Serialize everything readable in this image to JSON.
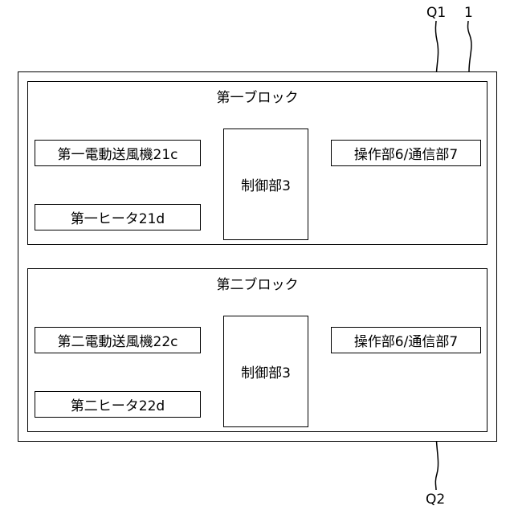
{
  "refs": {
    "outer": "1",
    "block1": "Q1",
    "block2": "Q2"
  },
  "block1": {
    "title": "第一ブロック",
    "fan": "第一電動送風機21c",
    "heater": "第一ヒータ21d",
    "controller": "制御部3",
    "operation": "操作部6/通信部7"
  },
  "block2": {
    "title": "第二ブロック",
    "fan": "第二電動送風機22c",
    "heater": "第二ヒータ22d",
    "controller": "制御部3",
    "operation": "操作部6/通信部7"
  }
}
